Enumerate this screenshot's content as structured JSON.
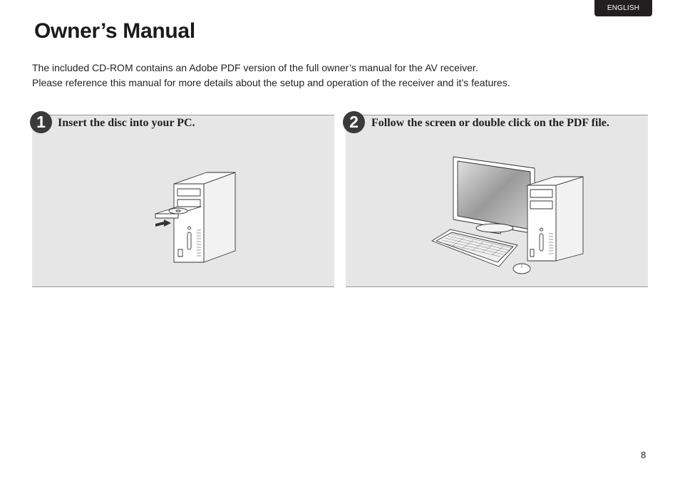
{
  "header": {
    "language_tab": "ENGLISH"
  },
  "title": "Owner’s Manual",
  "intro": {
    "line1": "The included CD-ROM contains an Adobe PDF version of the full owner’s manual for the AV receiver.",
    "line2": "Please reference this manual for more details about the setup and operation of the receiver and it’s features."
  },
  "steps": [
    {
      "number": "1",
      "text": "Insert the disc into your PC.",
      "illustration": "pc-tower-with-disc-tray"
    },
    {
      "number": "2",
      "text": "Follow the screen or double click on the PDF file.",
      "illustration": "desktop-computer-set"
    }
  ],
  "footer": {
    "page_number": "8"
  },
  "colors": {
    "panel_bg": "#e6e6e6",
    "tab_bg": "#231f20",
    "text": "#231f20"
  }
}
